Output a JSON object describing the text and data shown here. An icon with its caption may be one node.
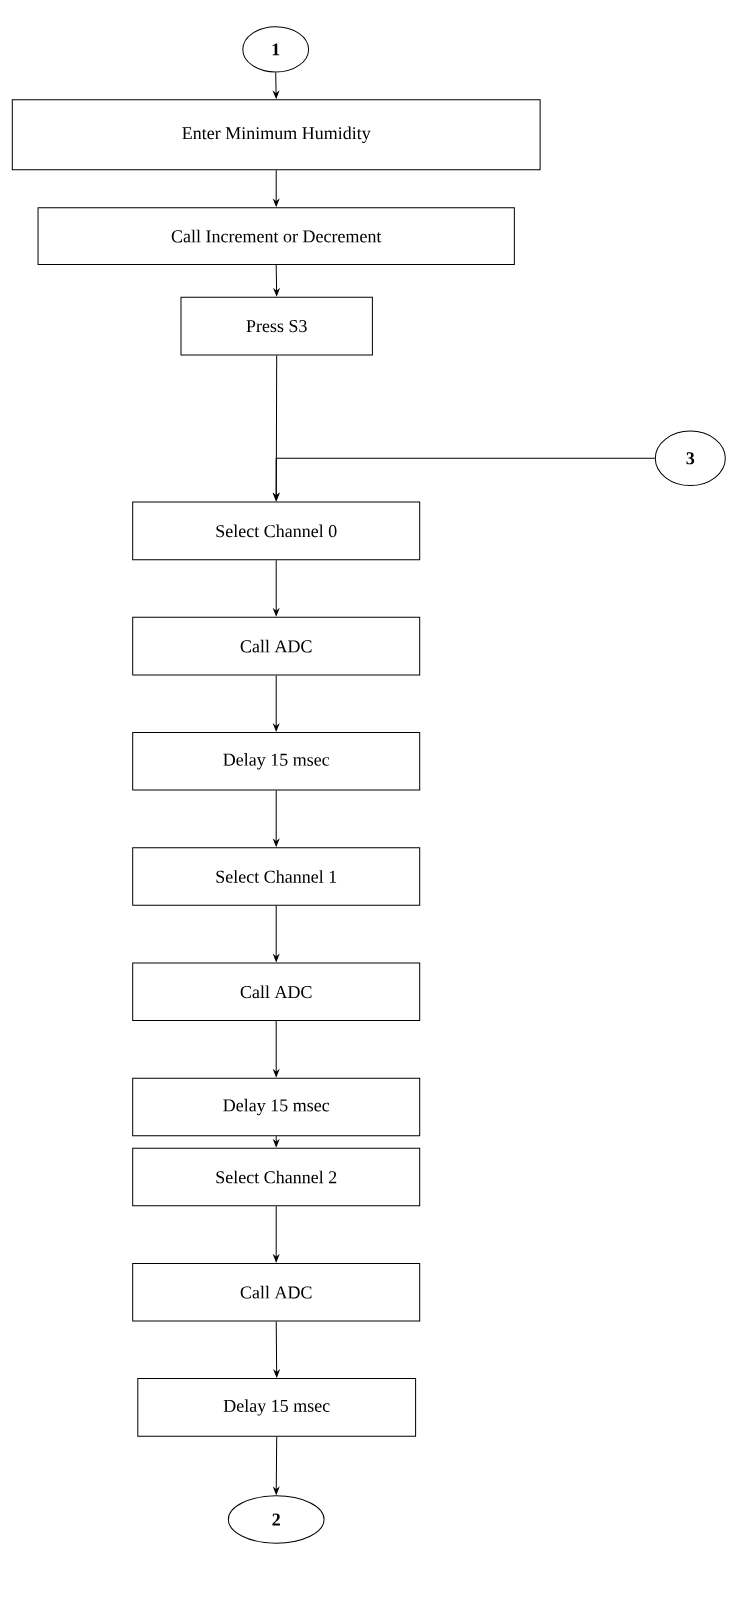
{
  "diagram": {
    "nodes": [
      {
        "text": [
          "1"
        ]
      },
      {
        "text": [
          "Enter Minimum Humidity"
        ]
      },
      {
        "text": [
          "Call Increment or Decrement"
        ]
      },
      {
        "text": [
          "Press S3"
        ]
      },
      {
        "text": [
          "3"
        ]
      },
      {
        "text": [
          "Select Channel 0"
        ]
      },
      {
        "text": [
          "Call ADC"
        ]
      },
      {
        "text": [
          "Delay 15 msec"
        ]
      },
      {
        "text": [
          "Select Channel 1"
        ]
      },
      {
        "text": [
          "Call ADC"
        ]
      },
      {
        "text": [
          "Delay 15 msec"
        ]
      },
      {
        "text": [
          "Select Channel 2"
        ]
      },
      {
        "text": [
          "Call ADC"
        ]
      },
      {
        "text": [
          "Delay 15 msec"
        ]
      },
      {
        "text": [
          "2"
        ]
      }
    ],
    "edges": [
      {
        "from": 0,
        "to": 1,
        "arrow": "to"
      },
      {
        "from": 1,
        "to": 2,
        "arrow": "to"
      },
      {
        "from": 2,
        "to": 3,
        "arrow": "to"
      },
      {
        "from": 3,
        "to": 5,
        "arrow": "to"
      },
      {
        "from": 4,
        "to": 5,
        "arrow": "to"
      },
      {
        "from": 5,
        "to": 6,
        "arrow": "to"
      },
      {
        "from": 6,
        "to": 7,
        "arrow": "to"
      },
      {
        "from": 7,
        "to": 8,
        "arrow": "to"
      },
      {
        "from": 8,
        "to": 9,
        "arrow": "to"
      },
      {
        "from": 9,
        "to": 10,
        "arrow": "to"
      },
      {
        "from": 10,
        "to": 11,
        "arrow": "to"
      },
      {
        "from": 11,
        "to": 12,
        "arrow": "to"
      },
      {
        "from": 12,
        "to": 13,
        "arrow": "to"
      },
      {
        "from": 13,
        "to": 14,
        "arrow": "to"
      }
    ]
  }
}
